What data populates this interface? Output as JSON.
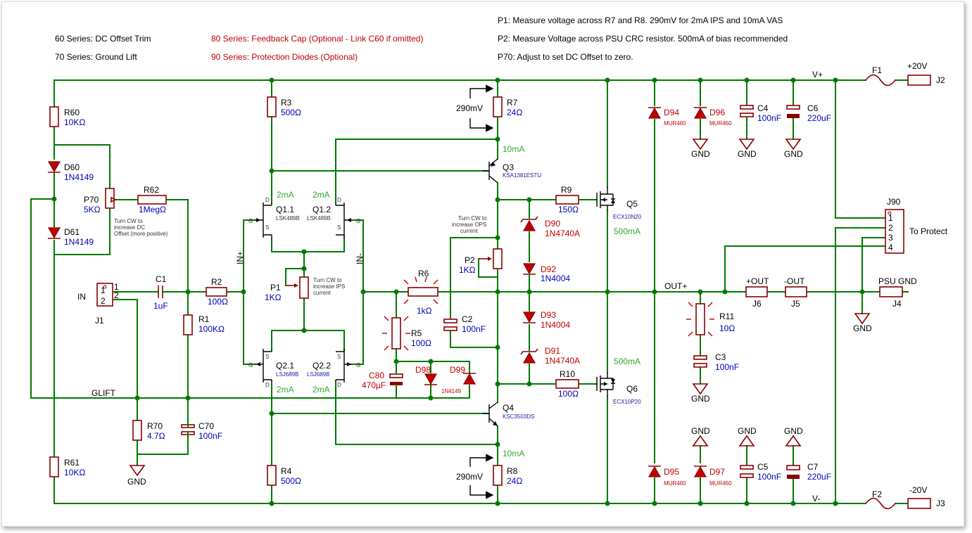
{
  "notes": {
    "n60": "60 Series:  DC Offset Trim",
    "n70": "70 Series:  Ground Lift",
    "n80": "80 Series:  Feedback Cap (Optional - Link C60 if omitted)",
    "n90": "90 Series:  Protection Diodes (Optional)",
    "p1": "P1: Measure voltage across R7 and R8.  290mV for 2mA IPS and 10mA VAS",
    "p2": "P2: Measure Voltage across PSU CRC resistor.  500mA of bias recommended",
    "p70": "P70: Adjust to set DC Offset to zero."
  },
  "components": {
    "R60": {
      "ref": "R60",
      "val": "10KΩ"
    },
    "D60": {
      "ref": "D60",
      "val": "1N4149"
    },
    "P70": {
      "ref": "P70",
      "val": "5KΩ",
      "note1": "Turn CW to",
      "note2": "increase DC",
      "note3": "Offset (more positive)"
    },
    "R62": {
      "ref": "R62",
      "val": "1MegΩ"
    },
    "D61": {
      "ref": "D61",
      "val": "1N4149"
    },
    "J1": {
      "ref": "J1",
      "label": "IN",
      "pin1": "1",
      "pin2": "2",
      "pinA": "1",
      "pinB": "2"
    },
    "C1": {
      "ref": "C1",
      "val": "1uF"
    },
    "R2": {
      "ref": "R2",
      "val": "100Ω"
    },
    "R1": {
      "ref": "R1",
      "val": "100KΩ"
    },
    "R70": {
      "ref": "R70",
      "val": "4.7Ω"
    },
    "C70": {
      "ref": "C70",
      "val": "100nF"
    },
    "R61": {
      "ref": "R61",
      "val": "10KΩ"
    },
    "R3": {
      "ref": "R3",
      "val": "500Ω"
    },
    "R4": {
      "ref": "R4",
      "val": "500Ω"
    },
    "Q11": {
      "ref": "Q1.1",
      "val": "LSK489B",
      "cur": "2mA"
    },
    "Q12": {
      "ref": "Q1.2",
      "val": "LSK489B",
      "cur": "2mA"
    },
    "Q21": {
      "ref": "Q2.1",
      "val": "LSJ689B",
      "cur": "2mA"
    },
    "Q22": {
      "ref": "Q2.2",
      "val": "LSJ689B",
      "cur": "2mA"
    },
    "P1": {
      "ref": "P1",
      "val": "1KΩ",
      "note1": "Turn CW to",
      "note2": "increase IPS",
      "note3": "current"
    },
    "R6": {
      "ref": "R6",
      "val": "1kΩ"
    },
    "R5": {
      "ref": "R5",
      "val": "100Ω"
    },
    "C80": {
      "ref": "C80",
      "val": "470µF"
    },
    "D98": {
      "ref": "D98"
    },
    "D99": {
      "ref": "D99",
      "val": "1N4149"
    },
    "C2": {
      "ref": "C2",
      "val": "100nF"
    },
    "P2": {
      "ref": "P2",
      "val": "1KΩ",
      "note1": "Turn CW to",
      "note2": "increase OPS",
      "note3": "current"
    },
    "R7": {
      "ref": "R7",
      "val": "24Ω",
      "mv": "290mV",
      "cur": "10mA"
    },
    "R8": {
      "ref": "R8",
      "val": "24Ω",
      "mv": "290mV",
      "cur": "10mA"
    },
    "Q3": {
      "ref": "Q3",
      "val": "KSA1381ESTU"
    },
    "Q4": {
      "ref": "Q4",
      "val": "KSC3503DS"
    },
    "R9": {
      "ref": "R9",
      "val": "150Ω"
    },
    "R10": {
      "ref": "R10",
      "val": "100Ω"
    },
    "D90": {
      "ref": "D90",
      "val": "1N4740A"
    },
    "D92": {
      "ref": "D92",
      "val": "1N4004"
    },
    "D93": {
      "ref": "D93",
      "val": "1N4004"
    },
    "D91": {
      "ref": "D91",
      "val": "1N4740A"
    },
    "Q5": {
      "ref": "Q5",
      "val": "ECX10N20",
      "cur": "500mA"
    },
    "Q6": {
      "ref": "Q6",
      "val": "ECX10P20",
      "cur": "500mA"
    },
    "D94": {
      "ref": "D94",
      "val": "MUR460"
    },
    "D95": {
      "ref": "D95",
      "val": "MUR460"
    },
    "D96": {
      "ref": "D96",
      "val": "MUR460"
    },
    "D97": {
      "ref": "D97",
      "val": "MUR460"
    },
    "C4": {
      "ref": "C4",
      "val": "100nF"
    },
    "C5": {
      "ref": "C5",
      "val": "100nF"
    },
    "C6": {
      "ref": "C6",
      "val": "220uF"
    },
    "C7": {
      "ref": "C7",
      "val": "220uF"
    },
    "R11": {
      "ref": "R11",
      "val": "10Ω"
    },
    "C3": {
      "ref": "C3",
      "val": "100nF"
    },
    "F1": {
      "ref": "F1"
    },
    "F2": {
      "ref": "F2"
    },
    "J2": {
      "ref": "J2",
      "val": "+20V"
    },
    "J3": {
      "ref": "J3",
      "val": "-20V"
    },
    "J6": {
      "ref": "J6",
      "val": "+OUT"
    },
    "J5": {
      "ref": "J5",
      "val": "-OUT"
    },
    "J4": {
      "ref": "J4",
      "val": "PSU GND"
    },
    "J90": {
      "ref": "J90",
      "label": "To Protect",
      "p1": "1",
      "p2": "2",
      "p3": "3",
      "p4": "4"
    }
  },
  "nets": {
    "vplus": "V+",
    "vminus": "V-",
    "out": "OUT+",
    "glift": "GLIFT",
    "inplus": "IN+",
    "inminus": "IN-",
    "gnd": "GND"
  },
  "colors": {
    "wire": "#007a00",
    "part": "#8b0000",
    "value": "#0000bb",
    "note_red": "#c00000",
    "current": "#2eaa2e"
  }
}
